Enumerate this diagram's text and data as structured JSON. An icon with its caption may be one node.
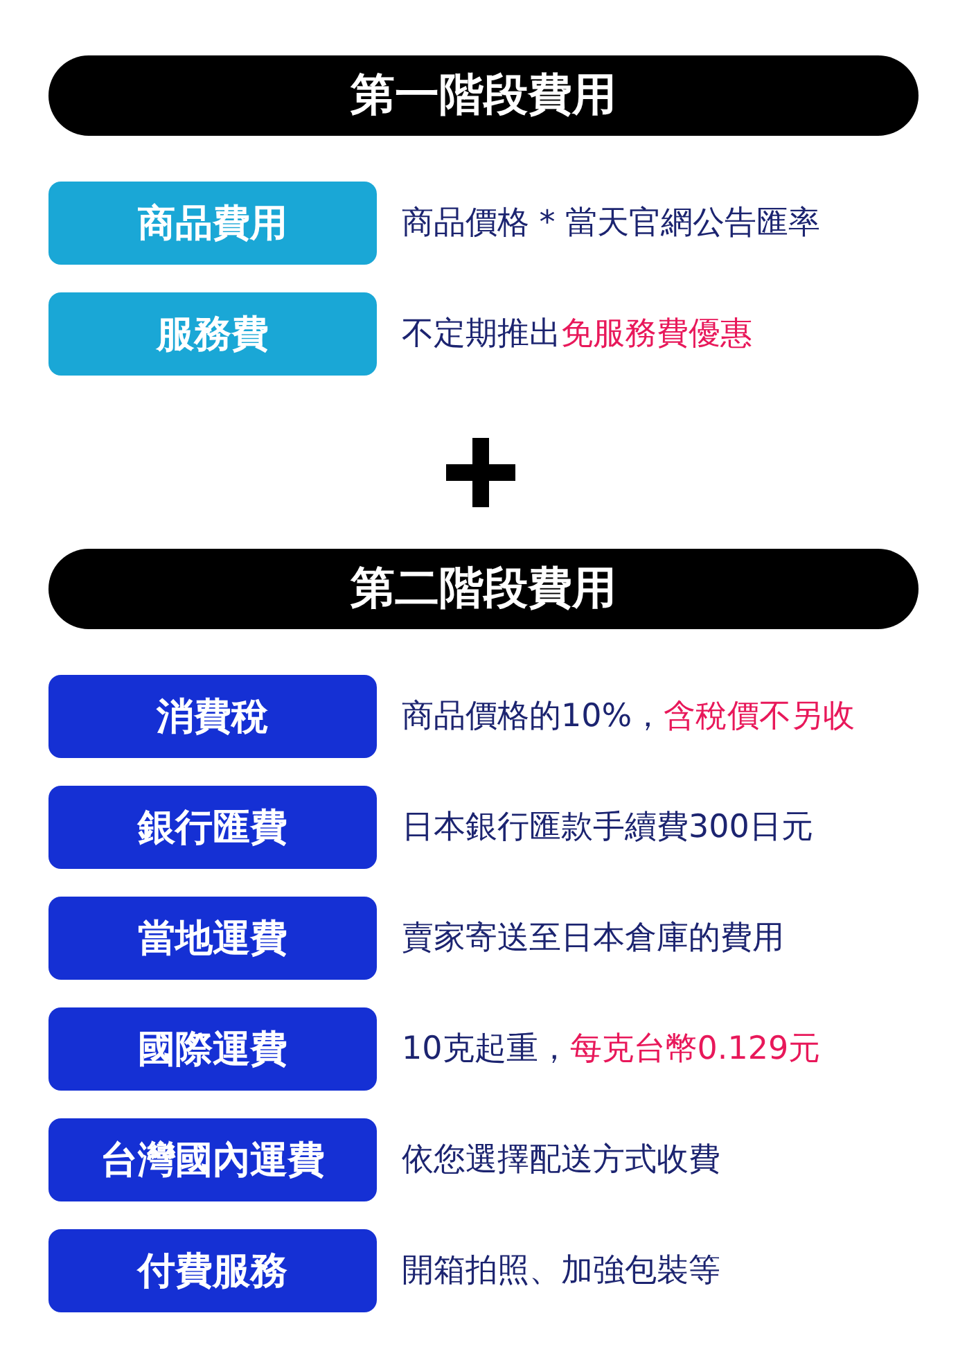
{
  "diagram": {
    "nodes": [
      {
        "text": [
          "第一階段費用"
        ]
      },
      {
        "text": [
          "商品費用"
        ],
        "beside": [
          "商品價格 * 當天官網公告匯率"
        ]
      },
      {
        "text": [
          "服務費"
        ],
        "beside": [
          "不定期推出",
          "免服務費優惠"
        ]
      },
      {
        "text": [
          "第二階段費用"
        ]
      },
      {
        "text": [
          "消費稅"
        ],
        "beside": [
          "商品價格的10%，",
          "含稅價不另收"
        ]
      },
      {
        "text": [
          "銀行匯費"
        ],
        "beside": [
          "日本銀行匯款手續費300日元"
        ]
      },
      {
        "text": [
          "當地運費"
        ],
        "beside": [
          "賣家寄送至日本倉庫的費用"
        ]
      },
      {
        "text": [
          "國際運費"
        ],
        "beside": [
          "10克起重，",
          "每克台幣0.129元"
        ]
      },
      {
        "text": [
          "台灣國內運費"
        ],
        "beside": [
          "依您選擇配送方式收費"
        ]
      },
      {
        "text": [
          "付費服務"
        ],
        "beside": [
          "開箱拍照、加強包裝等"
        ]
      }
    ]
  }
}
